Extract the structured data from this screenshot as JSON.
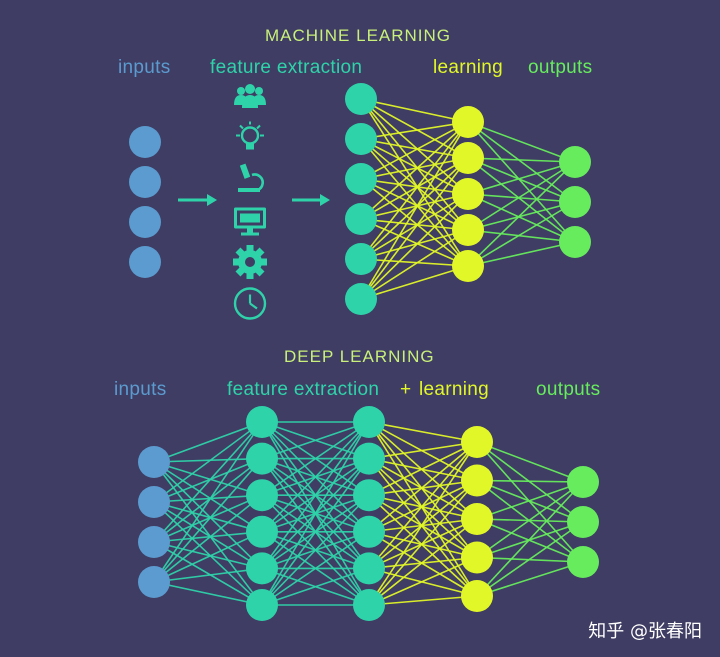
{
  "colors": {
    "background": "#3f3d63",
    "input": "#5b9bcf",
    "feature": "#2fd3aa",
    "learning": "#e2f727",
    "output": "#66ec5d",
    "title": "#c8f07a"
  },
  "ml": {
    "title": "MACHINE LEARNING",
    "labels": {
      "inputs": "inputs",
      "feature_extraction": "feature extraction",
      "learning": "learning",
      "outputs": "outputs"
    },
    "icons": [
      "people-icon",
      "lightbulb-icon",
      "microscope-icon",
      "monitor-icon",
      "gear-icon",
      "clock-icon"
    ],
    "layers": [
      {
        "role": "input",
        "nodes": 4
      },
      {
        "role": "feature",
        "nodes": 6
      },
      {
        "role": "learning",
        "nodes": 5
      },
      {
        "role": "output",
        "nodes": 3
      }
    ]
  },
  "dl": {
    "title": "DEEP LEARNING",
    "labels": {
      "inputs": "inputs",
      "feature_extraction": "feature extraction",
      "plus": "+",
      "learning": "learning",
      "outputs": "outputs"
    },
    "layers": [
      {
        "role": "input",
        "nodes": 4
      },
      {
        "role": "feature",
        "nodes": 6
      },
      {
        "role": "feature",
        "nodes": 6
      },
      {
        "role": "learning",
        "nodes": 5
      },
      {
        "role": "output",
        "nodes": 3
      }
    ]
  },
  "watermark": "知乎 @张春阳"
}
